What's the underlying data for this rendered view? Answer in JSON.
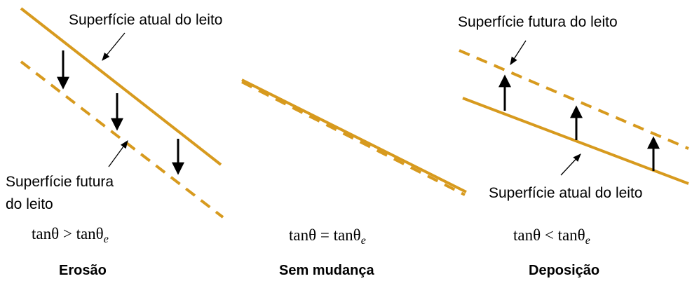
{
  "colors": {
    "bed_line": "#D79A1E",
    "arrow": "#000000",
    "text": "#000000"
  },
  "panels": {
    "erosion": {
      "current_surface_label": "Superfície atual do leito",
      "future_surface_label_line1": "Superfície futura",
      "future_surface_label_line2": "do leito",
      "equation_main": "tanθ > tanθ",
      "equation_sub": "e",
      "caption": "Erosão"
    },
    "no_change": {
      "equation_main": "tanθ = tanθ",
      "equation_sub": "e",
      "caption": "Sem mudança"
    },
    "deposition": {
      "future_surface_label": "Superfície futura do leito",
      "current_surface_label": "Superfície atual do leito",
      "equation_main": "tanθ < tanθ",
      "equation_sub": "e",
      "caption": "Deposição"
    }
  }
}
